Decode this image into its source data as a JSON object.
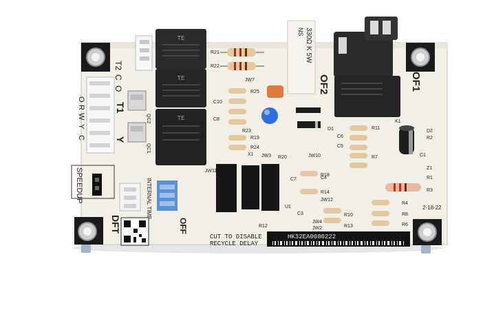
{
  "board": {
    "terminal_labels": [
      "T2",
      "C",
      "O",
      "O",
      "R",
      "W",
      "Y",
      "C"
    ],
    "labels": {
      "t1": "T1",
      "y": "Y",
      "speedup": "SPEEDUP",
      "dft": "DFT",
      "of1": "OF1",
      "of2": "OF2",
      "cut_line1": "CUT TO DISABLE",
      "cut_line2": "RECYCLE DELAY",
      "serial": "HK32EA0080222",
      "resistor_value": "330Ω K 5W",
      "resistor_code": "NS",
      "internal_time": "INTERNAL TIME",
      "off": "OFF",
      "jw11": "JW11",
      "jw7": "JW7",
      "jw10": "JW10",
      "jw12": "JW12",
      "jw2": "JW2",
      "jw4": "JW4",
      "jw3": "JW3",
      "u1": "U1",
      "date_code": "2-18-22",
      "relay_brand": "TE",
      "qc1": "QC1",
      "qc2": "QC2",
      "r20": "R20",
      "r19": "R19",
      "r24": "R24",
      "r21": "R21",
      "r22": "R22",
      "c10": "C10",
      "c8": "C8",
      "c3": "C3",
      "c7": "C7",
      "c4": "C4",
      "c5": "C5",
      "c6": "C6",
      "c1": "C1",
      "d1": "D1",
      "d2": "D2",
      "z1": "Z1",
      "r1": "R1",
      "r2": "R2",
      "r3": "R3",
      "r4": "R4",
      "r6": "R6",
      "r7": "R7",
      "r8": "R8",
      "r10": "R10",
      "r11": "R11",
      "r12": "R12",
      "r13": "R13",
      "r14": "R14",
      "r18": "R18",
      "r23": "R23",
      "r25": "R25",
      "k1": "K1",
      "x1": "X1"
    },
    "colors": {
      "pcb": "#f2efe6",
      "relay": "#2a2a2a",
      "mount": "#1a1a1a",
      "dip_switch": "#5b8fd6",
      "resistor_body": "#e8c79b",
      "capacitor_orange": "#e07a3a",
      "led_blue": "#2f6de0"
    }
  }
}
